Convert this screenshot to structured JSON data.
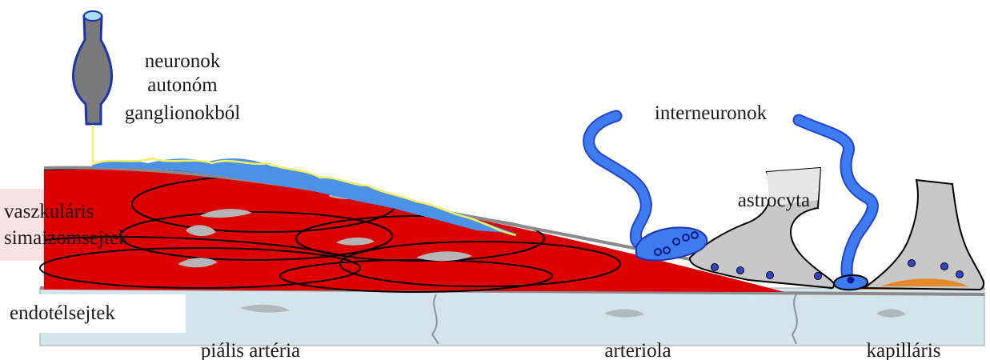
{
  "labels": {
    "neurons_line1": "neuronok",
    "neurons_line2": "autonóm",
    "neurons_line3": "ganglionokból",
    "interneurons": "interneuronok",
    "astrocyte": "astrocyta",
    "smooth_muscle_line1": "vaszkuláris",
    "smooth_muscle_line2": "simaizomsejtek",
    "endothelial": "endotélsejtek",
    "pial_artery": "piális artéria",
    "arteriole": "arteriola",
    "capillary": "kapilláris"
  },
  "colors": {
    "smooth_muscle": "#dd0000",
    "nucleus": "#b5b5b5",
    "endothelium": "#d3e4ea",
    "interneuron": "#3366ee",
    "astrocyte": "#c8c8c8",
    "pericyte": "#e58a2a",
    "autonomic_neuron": "#7a7a7a",
    "nerve_fiber": "#f2f060",
    "label_background": "#fbe2e2"
  },
  "icons": {
    "autonomic_neuron": "neuron-body-icon",
    "interneuron": "interneuron-icon",
    "astrocyte": "astrocyte-icon"
  }
}
